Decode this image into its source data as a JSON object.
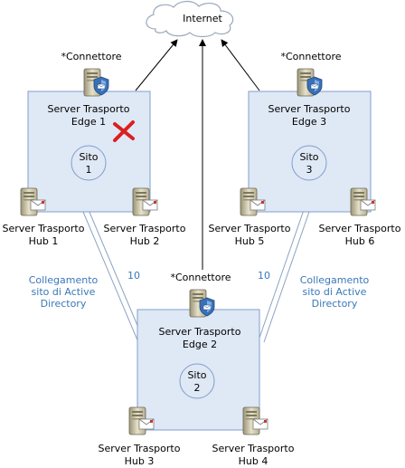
{
  "internet": "Internet",
  "connector_label": "*Connettore",
  "edge_servers": [
    {
      "line1": "Server Trasporto",
      "line2": "Edge 1",
      "site_line1": "Sito",
      "site_line2": "1",
      "failed": true
    },
    {
      "line1": "Server Trasporto",
      "line2": "Edge 3",
      "site_line1": "Sito",
      "site_line2": "3",
      "failed": false
    },
    {
      "line1": "Server Trasporto",
      "line2": "Edge 2",
      "site_line1": "Sito",
      "site_line2": "2",
      "failed": false
    }
  ],
  "hubs": [
    {
      "line1": "Server Trasporto",
      "line2": "Hub 1"
    },
    {
      "line1": "Server Trasporto",
      "line2": "Hub 2"
    },
    {
      "line1": "Server Trasporto",
      "line2": "Hub 5"
    },
    {
      "line1": "Server Trasporto",
      "line2": "Hub 6"
    },
    {
      "line1": "Server Trasporto",
      "line2": "Hub 3"
    },
    {
      "line1": "Server Trasporto",
      "line2": "Hub 4"
    }
  ],
  "ad_links": [
    {
      "cost": "10",
      "line1": "Collegamento",
      "line2": "sito di Active",
      "line3": "Directory"
    },
    {
      "cost": "10",
      "line1": "Collegamento",
      "line2": "sito di Active",
      "line3": "Directory"
    }
  ],
  "colors": {
    "site_fill": "#dfe8f5",
    "site_border": "#7f9fcf",
    "link_text": "#3a78b8",
    "failure_x": "#d92020"
  }
}
